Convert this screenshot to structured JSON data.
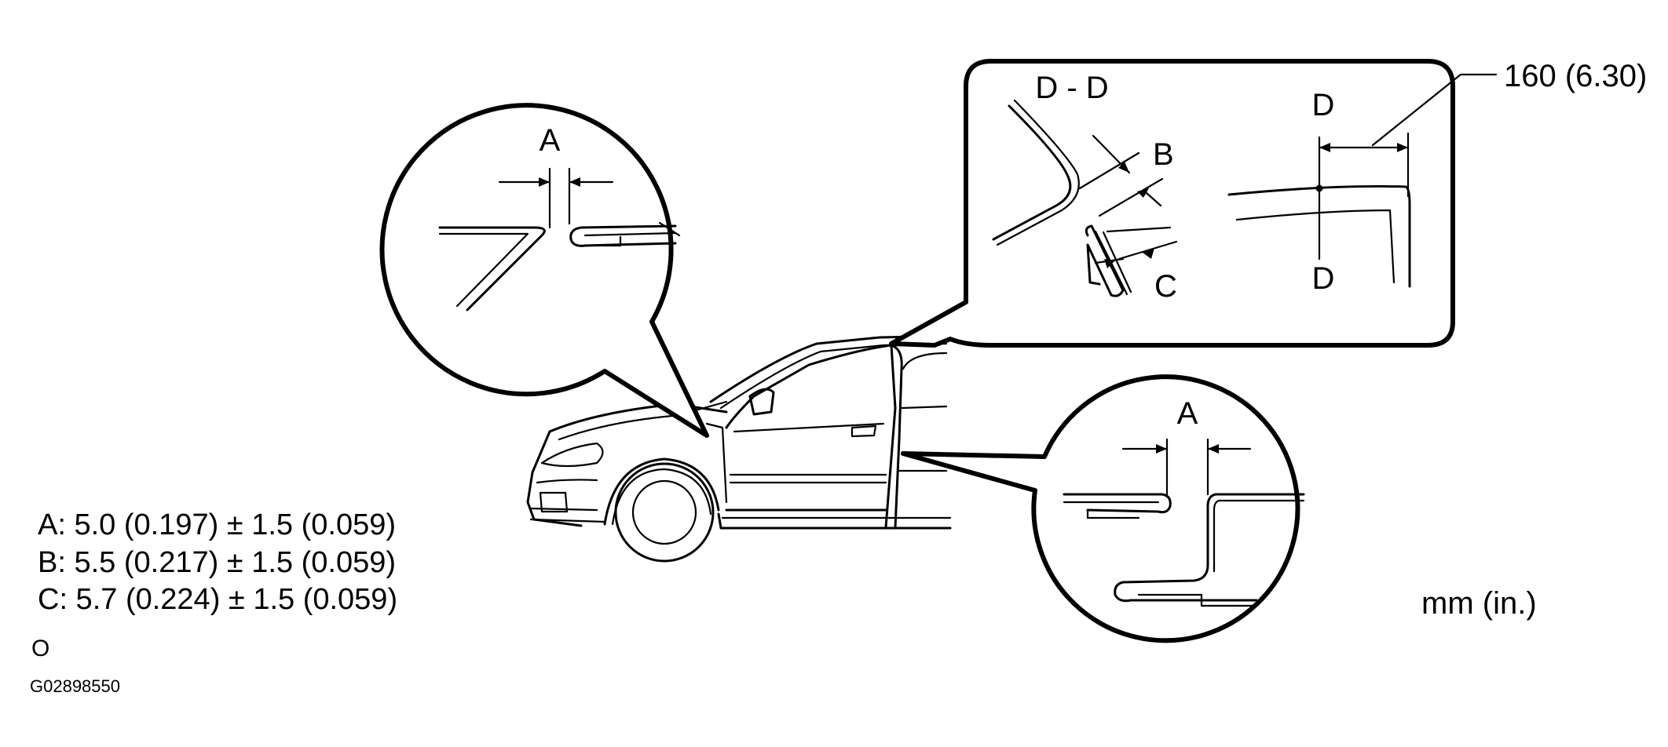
{
  "labels": {
    "section": "D - D",
    "b": "B",
    "c": "C",
    "d_top": "D",
    "d_bottom": "D",
    "a_left": "A",
    "a_right": "A",
    "dimension": "160 (6.30)",
    "units": "mm (in.)"
  },
  "specs": {
    "a": "A: 5.0 (0.197) ± 1.5 (0.059)",
    "b": "B: 5.5 (0.217) ± 1.5 (0.059)",
    "c": "C: 5.7 (0.224) ± 1.5 (0.059)"
  },
  "footer": {
    "mark": "O",
    "code": "G02898550"
  }
}
